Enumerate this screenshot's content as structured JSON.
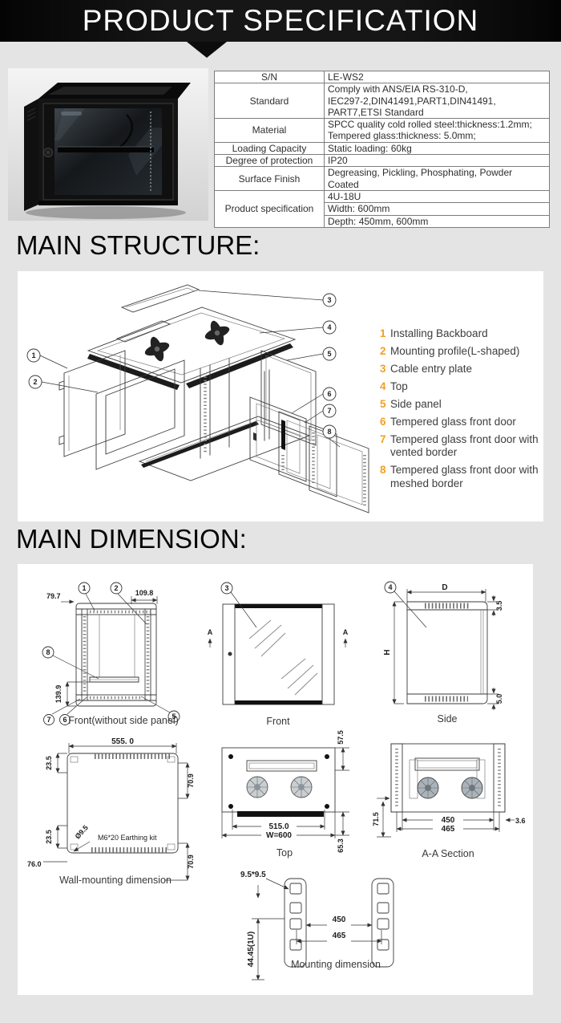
{
  "header": {
    "title": "PRODUCT SPECIFICATION"
  },
  "sections": {
    "structure": "MAIN STRUCTURE:",
    "dimension": "MAIN DIMENSION:"
  },
  "spec_table": {
    "sn_label": "S/N",
    "sn_value": "LE-WS2",
    "standard_label": "Standard",
    "standard_l1": "Comply with  ANS/EIA RS-310-D,",
    "standard_l2": "IEC297-2,DIN41491,PART1,DIN41491,",
    "standard_l3": "PART7,ETSI Standard",
    "material_label": "Material",
    "material_l1": "SPCC quality cold rolled steel:thickness:1.2mm;",
    "material_l2": "Tempered glass:thickness: 5.0mm;",
    "loading_label": "Loading Capacity",
    "loading_value": "Static loading: 60kg",
    "protection_label": "Degree of protection",
    "protection_value": "IP20",
    "finish_label": "Surface Finish",
    "finish_value": "Degreasing, Pickling, Phosphating, Powder Coated",
    "prodspec_label": "Product specification",
    "prodspec_l1": "4U-18U",
    "prodspec_l2": "Width:  600mm",
    "prodspec_l3": "Depth:  450mm, 600mm"
  },
  "structure": {
    "legend": [
      {
        "num": "1",
        "text": "Installing Backboard"
      },
      {
        "num": "2",
        "text": "Mounting profile(L-shaped)"
      },
      {
        "num": "3",
        "text": "Cable entry plate"
      },
      {
        "num": "4",
        "text": "Top"
      },
      {
        "num": "5",
        "text": "Side panel"
      },
      {
        "num": "6",
        "text": "Tempered glass front door"
      },
      {
        "num": "7",
        "text": "Tempered glass front door with vented border"
      },
      {
        "num": "8",
        "text": "Tempered glass front door with meshed border"
      }
    ],
    "callouts": [
      "1",
      "2",
      "3",
      "4",
      "5",
      "6",
      "7",
      "8"
    ]
  },
  "dimensions": {
    "front_no_side": {
      "caption": "Front(without side panel)",
      "d79": "79.7",
      "d109": "109.8",
      "d139": "139.9",
      "c1": "1",
      "c2": "2",
      "c8": "8",
      "c5": "5",
      "c7": "7",
      "c6": "6"
    },
    "front": {
      "caption": "Front",
      "c3": "3",
      "marker": "A"
    },
    "side": {
      "caption": "Side",
      "dD": "D",
      "dH": "H",
      "d35": "3.5",
      "d50": "5.0",
      "c4": "4"
    },
    "wall": {
      "caption": "Wall-mounting dimension",
      "d555": "555. 0",
      "d235_top": "23.5",
      "d709_top": "70.9",
      "d235_bot": "23.5",
      "d709_bot": "70.9",
      "d76": "76.0",
      "hole": "Ø9.5",
      "earthing": "M6*20 Earthing kit"
    },
    "top": {
      "caption": "Top",
      "d575": "57.5",
      "d515": "515.0",
      "dW": "W=600",
      "d653": "65.3"
    },
    "aa": {
      "caption": "A-A Section",
      "d715": "71.5",
      "d450": "450",
      "d465": "465",
      "d36": "3.6"
    },
    "mounting": {
      "caption": "Mounting dimension",
      "hole": "9.5*9.5",
      "d450": "450",
      "d465": "465",
      "d1u": "44.45(1U)"
    }
  }
}
